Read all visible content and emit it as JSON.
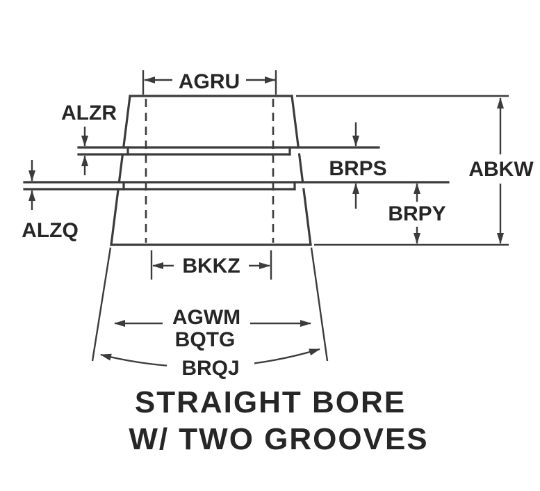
{
  "diagram": {
    "type": "engineering-cross-section",
    "title": {
      "line1": "STRAIGHT BORE",
      "line2": "W/ TWO GROOVES"
    },
    "labels": {
      "top_bore": "AGRU",
      "upper_groove": "ALZR",
      "lower_groove": "ALZQ",
      "groove_spacing": "BRPS",
      "overall_height": "ABKW",
      "lower_height": "BRPY",
      "bottom_bore": "BKKZ",
      "outer_diameter": "AGWM",
      "outer_diameter_2": "BQTG",
      "base_arc": "BRQJ"
    },
    "colors": {
      "line": "#3b3b3b",
      "text": "#262626",
      "background": "#ffffff"
    }
  }
}
